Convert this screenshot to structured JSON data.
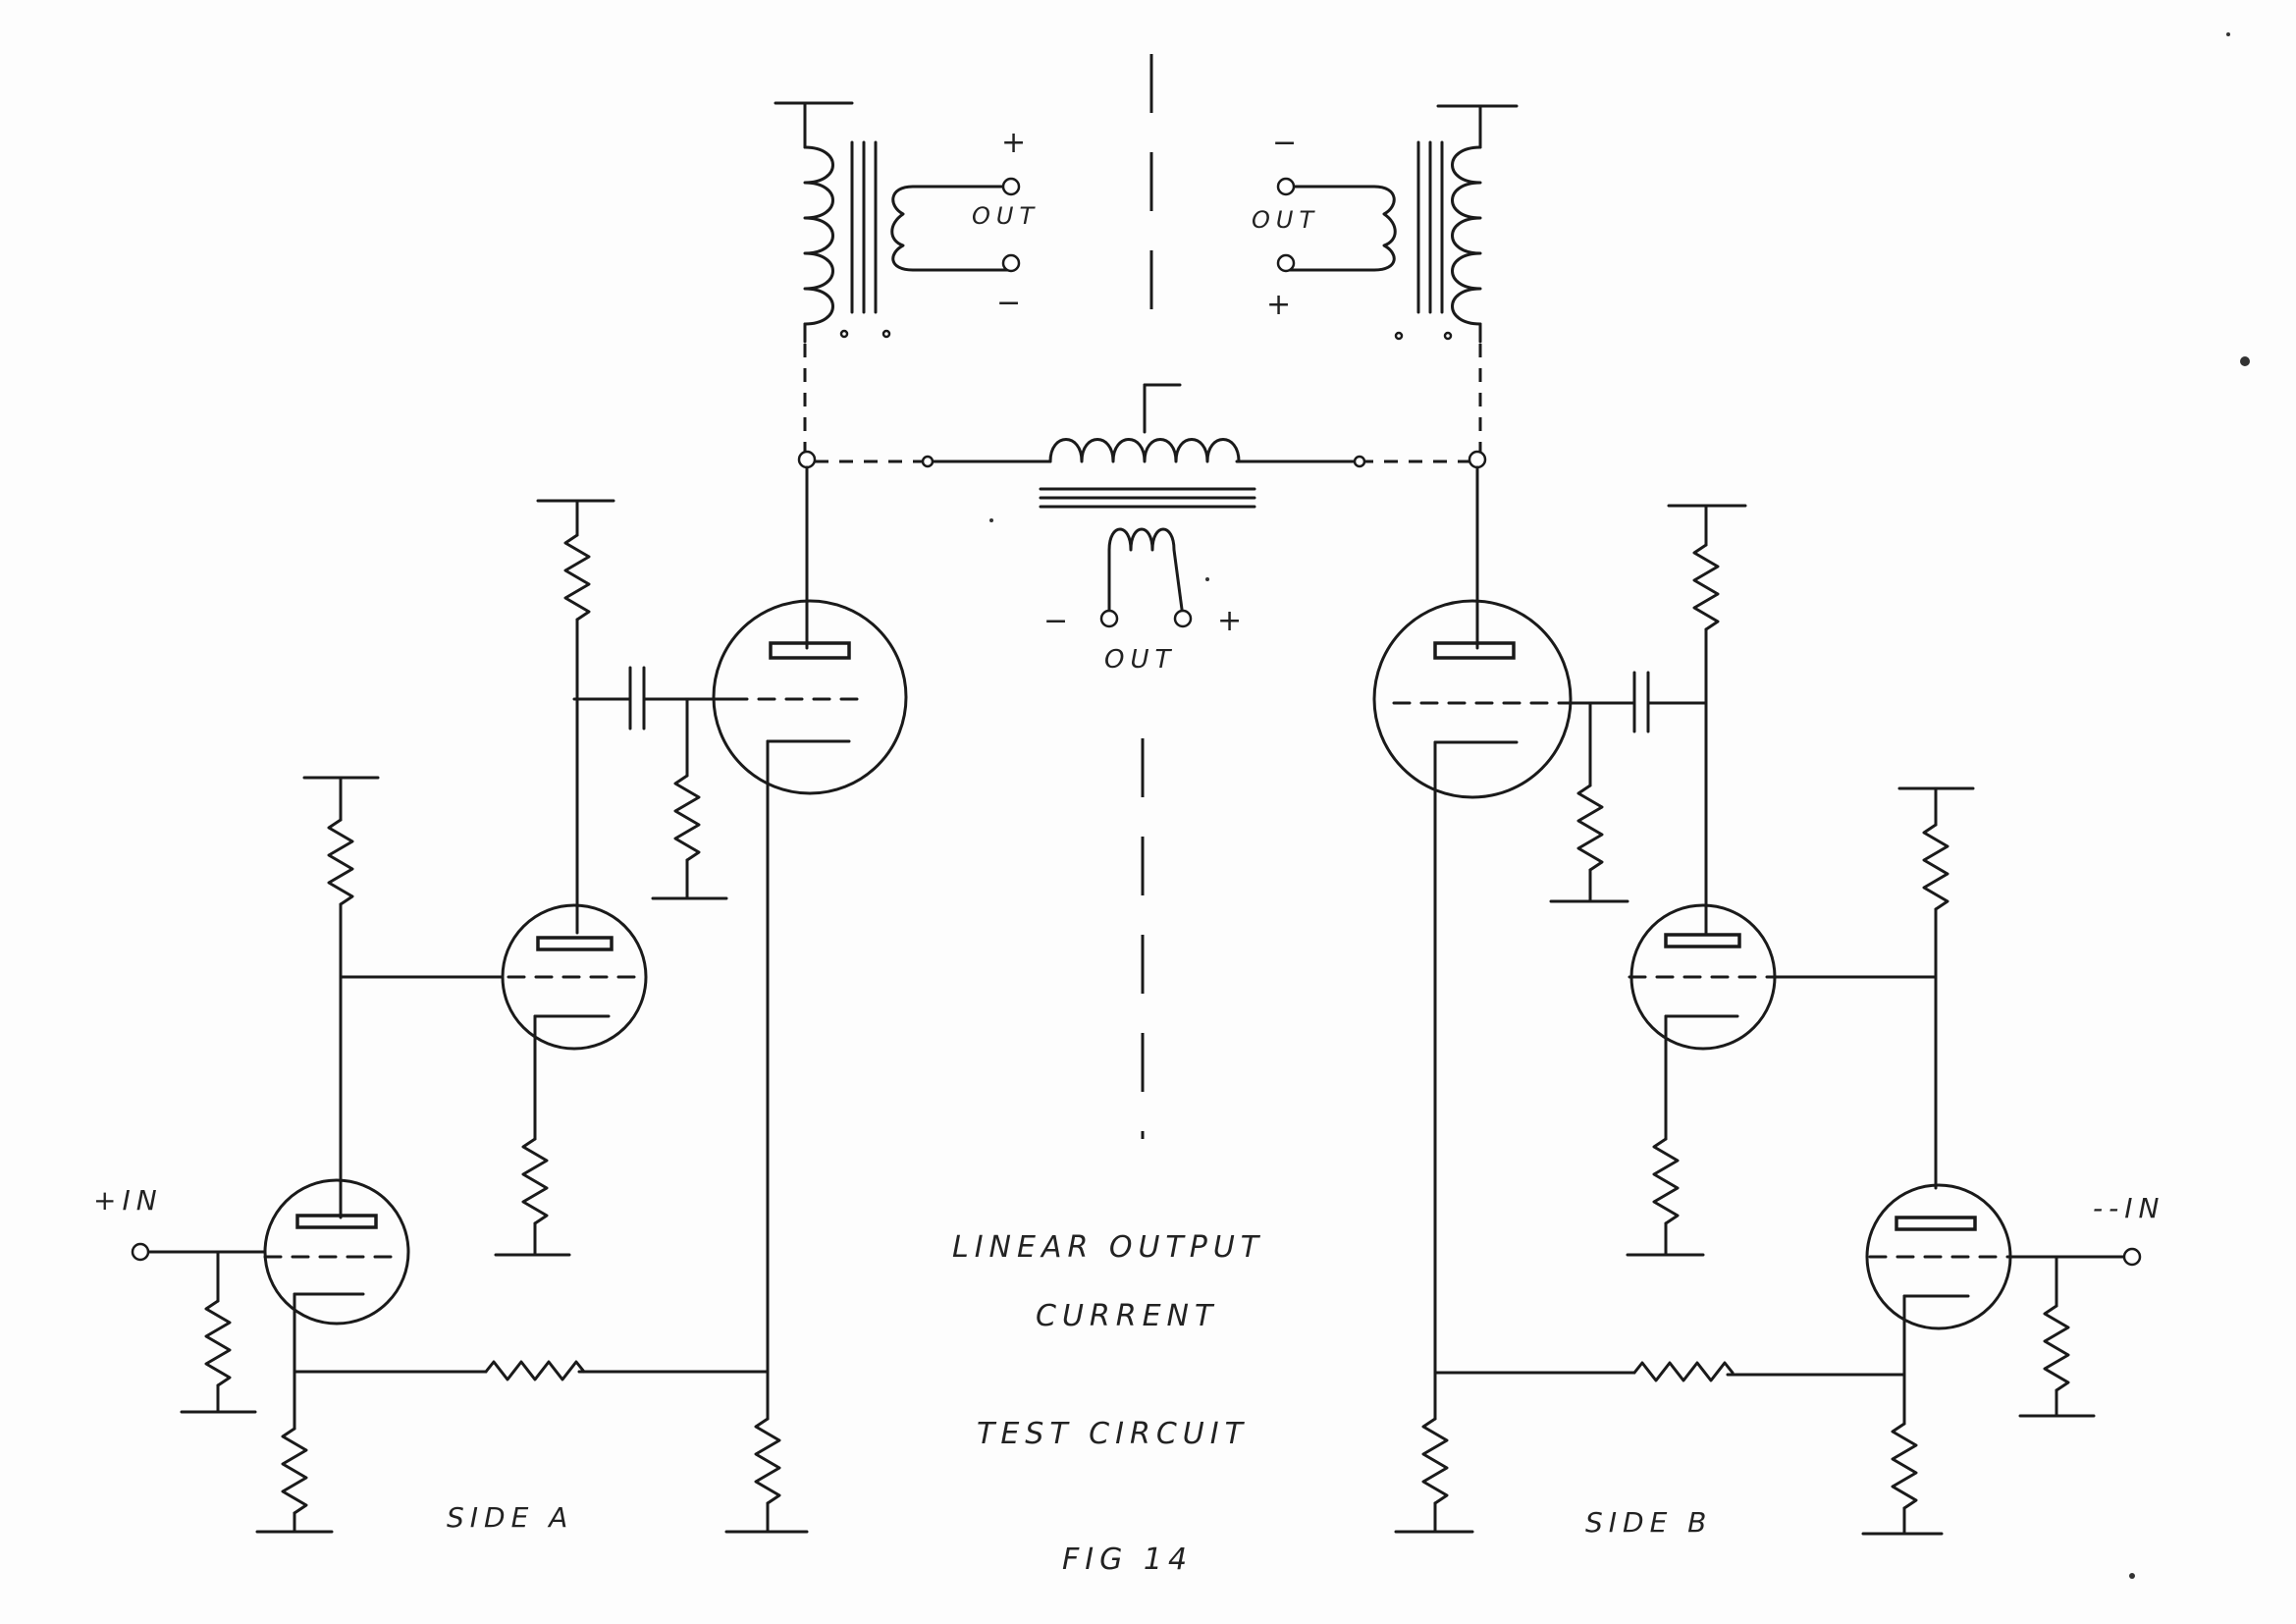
{
  "diagram": {
    "figure_label": "FIG 14",
    "caption_lines": [
      "LINEAR OUTPUT",
      "CURRENT",
      "TEST CIRCUIT"
    ],
    "side_labels": {
      "a": "SIDE A",
      "b": "SIDE B"
    },
    "input_labels": {
      "a": "+IN",
      "b": "--IN"
    },
    "output_label": "OUT",
    "polarity": {
      "plus": "+",
      "minus": "−"
    }
  }
}
